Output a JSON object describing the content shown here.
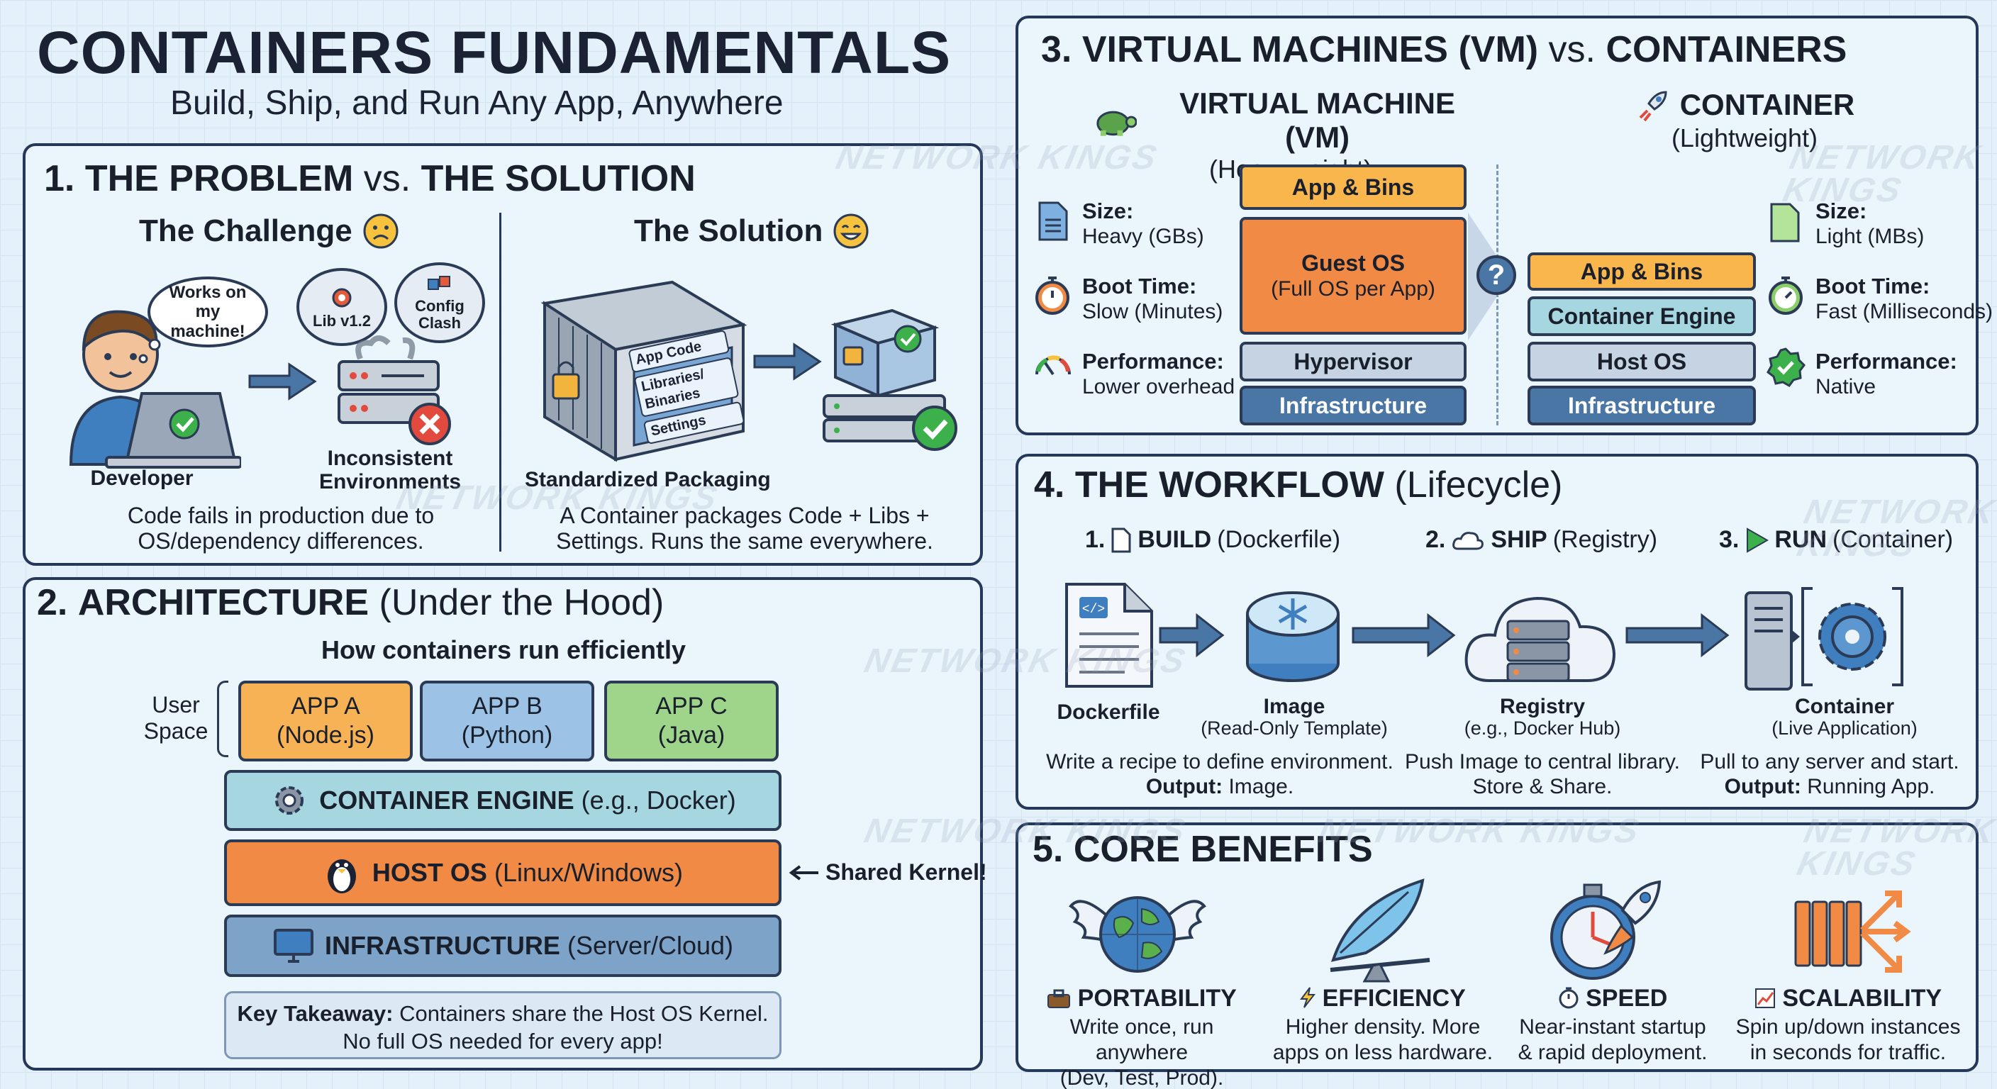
{
  "header": {
    "title": "CONTAINERS FUNDAMENTALS",
    "subtitle": "Build, Ship, and Run Any App, Anywhere"
  },
  "watermark": "NETWORK KINGS",
  "s1": {
    "num": "1.",
    "t1": "THE PROBLEM",
    "vs": "vs.",
    "t2": "THE SOLUTION",
    "challenge": "The Challenge",
    "solution": "The Solution",
    "bubble1": "Works on my machine!",
    "cloud1": "Lib v1.2",
    "cloud2": "Config Clash",
    "developer": "Developer",
    "inconsistent": "Inconsistent Environments",
    "challenge_desc": "Code fails in production due to OS/dependency differences.",
    "pkg_items": [
      "App Code",
      "Libraries/ Binaries",
      "Settings"
    ],
    "standardized": "Standardized Packaging",
    "solution_desc": "A Container packages Code + Libs + Settings. Runs the same everywhere."
  },
  "s2": {
    "num": "2.",
    "title": "ARCHITECTURE",
    "paren": "(Under the Hood)",
    "subtitle": "How containers run efficiently",
    "user_space": "User Space",
    "apps": [
      {
        "name": "APP A",
        "lang": "(Node.js)",
        "color": "#f7b255"
      },
      {
        "name": "APP B",
        "lang": "(Python)",
        "color": "#9cc3e6"
      },
      {
        "name": "APP C",
        "lang": "(Java)",
        "color": "#9fd58a"
      }
    ],
    "engine": "CONTAINER ENGINE",
    "engine_paren": "(e.g., Docker)",
    "hostos": "HOST OS",
    "hostos_paren": "(Linux/Windows)",
    "shared": "Shared Kernel!",
    "infra": "INFRASTRUCTURE",
    "infra_paren": "(Server/Cloud)",
    "takeaway_label": "Key Takeaway:",
    "takeaway_text": "Containers share the Host OS Kernel.",
    "takeaway_line2": "No full OS needed for every app!"
  },
  "s3": {
    "num": "3.",
    "t1": "VIRTUAL MACHINES (VM)",
    "vs": "vs.",
    "t2": "CONTAINERS",
    "vm_title": "VIRTUAL MACHINE (VM)",
    "vm_sub": "(Heavyweight)",
    "ct_title": "CONTAINER",
    "ct_sub": "(Lightweight)",
    "vm_stats": [
      {
        "label": "Size:",
        "value": "Heavy (GBs)"
      },
      {
        "label": "Boot Time:",
        "value": "Slow (Minutes)"
      },
      {
        "label": "Performance:",
        "value": "Lower overhead"
      }
    ],
    "ct_stats": [
      {
        "label": "Size:",
        "value": "Light (MBs)"
      },
      {
        "label": "Boot Time:",
        "value": "Fast (Milliseconds)"
      },
      {
        "label": "Performance:",
        "value": "Native"
      }
    ],
    "vm_layers": [
      "App & Bins",
      "Guest OS",
      "(Full OS per App)",
      "Hypervisor",
      "Infrastructure"
    ],
    "ct_layers": [
      "App & Bins",
      "Container Engine",
      "Host OS",
      "Infrastructure"
    ],
    "question": "?"
  },
  "s4": {
    "num": "4.",
    "title": "THE WORKFLOW",
    "paren": "(Lifecycle)",
    "steps": [
      {
        "n": "1.",
        "name": "BUILD",
        "paren": "(Dockerfile)"
      },
      {
        "n": "2.",
        "name": "SHIP",
        "paren": "(Registry)"
      },
      {
        "n": "3.",
        "name": "RUN",
        "paren": "(Container)"
      }
    ],
    "dockerfile": "Dockerfile",
    "image": "Image",
    "image_sub": "(Read-Only Template)",
    "registry": "Registry",
    "registry_sub": "(e.g., Docker Hub)",
    "container": "Container",
    "container_sub": "(Live Application)",
    "d1": "Write a recipe to define environment.",
    "d1o": "Output:",
    "d1v": "Image.",
    "d2": "Push Image to central library.",
    "d2b": "Store & Share.",
    "d3": "Pull to any server and start.",
    "d3o": "Output:",
    "d3v": "Running App."
  },
  "s5": {
    "num": "5.",
    "title": "CORE BENEFITS",
    "benefits": [
      {
        "title": "PORTABILITY",
        "l1": "Write once, run anywhere",
        "l2": "(Dev, Test, Prod)."
      },
      {
        "title": "EFFICIENCY",
        "l1": "Higher density. More",
        "l2": "apps on less hardware."
      },
      {
        "title": "SPEED",
        "l1": "Near-instant startup",
        "l2": "& rapid deployment."
      },
      {
        "title": "SCALABILITY",
        "l1": "Spin up/down instances",
        "l2": "in seconds for traffic."
      }
    ]
  },
  "colors": {
    "navy": "#26385a",
    "orange": "#f08a45",
    "amber": "#f9b64c",
    "teal": "#a6d6df",
    "steel": "#4a76a6",
    "green": "#3cb04a",
    "red": "#e24a3d"
  }
}
